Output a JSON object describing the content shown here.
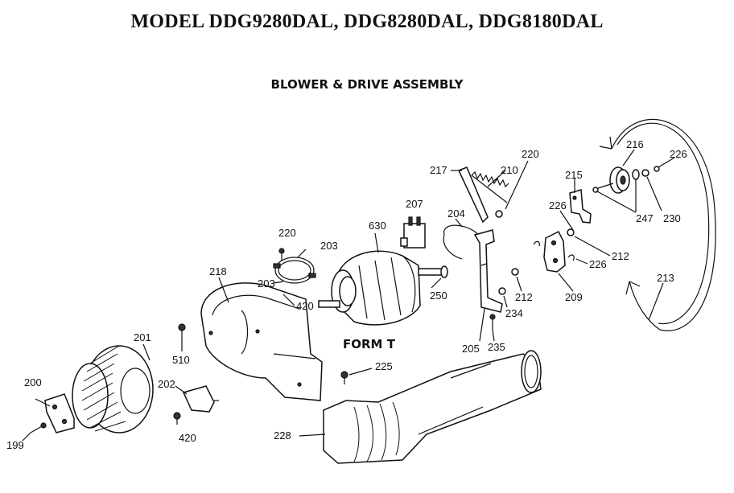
{
  "title": "MODEL DDG9280DAL, DDG8280DAL, DDG8180DAL",
  "subtitle": "BLOWER & DRIVE ASSEMBLY",
  "form_label": "FORM T",
  "parts": [
    {
      "id": "p199",
      "text": "199"
    },
    {
      "id": "p200",
      "text": "200"
    },
    {
      "id": "p201",
      "text": "201"
    },
    {
      "id": "p202",
      "text": "202"
    },
    {
      "id": "p420a",
      "text": "420"
    },
    {
      "id": "p510",
      "text": "510"
    },
    {
      "id": "p218",
      "text": "218"
    },
    {
      "id": "p220a",
      "text": "220"
    },
    {
      "id": "p203a",
      "text": "203"
    },
    {
      "id": "p203b",
      "text": "203"
    },
    {
      "id": "p420b",
      "text": "420"
    },
    {
      "id": "p630",
      "text": "630"
    },
    {
      "id": "p207",
      "text": "207"
    },
    {
      "id": "p217",
      "text": "217"
    },
    {
      "id": "p210",
      "text": "210"
    },
    {
      "id": "p220b",
      "text": "220"
    },
    {
      "id": "p204",
      "text": "204"
    },
    {
      "id": "p250",
      "text": "250"
    },
    {
      "id": "p212a",
      "text": "212"
    },
    {
      "id": "p234",
      "text": "234"
    },
    {
      "id": "p235",
      "text": "235"
    },
    {
      "id": "p205",
      "text": "205"
    },
    {
      "id": "p225",
      "text": "225"
    },
    {
      "id": "p228",
      "text": "228"
    },
    {
      "id": "p215",
      "text": "215"
    },
    {
      "id": "p226a",
      "text": "226"
    },
    {
      "id": "p216",
      "text": "216"
    },
    {
      "id": "p226b",
      "text": "226"
    },
    {
      "id": "p247",
      "text": "247"
    },
    {
      "id": "p230",
      "text": "230"
    },
    {
      "id": "p212b",
      "text": "212"
    },
    {
      "id": "p226c",
      "text": "226"
    },
    {
      "id": "p209",
      "text": "209"
    },
    {
      "id": "p213",
      "text": "213"
    }
  ]
}
